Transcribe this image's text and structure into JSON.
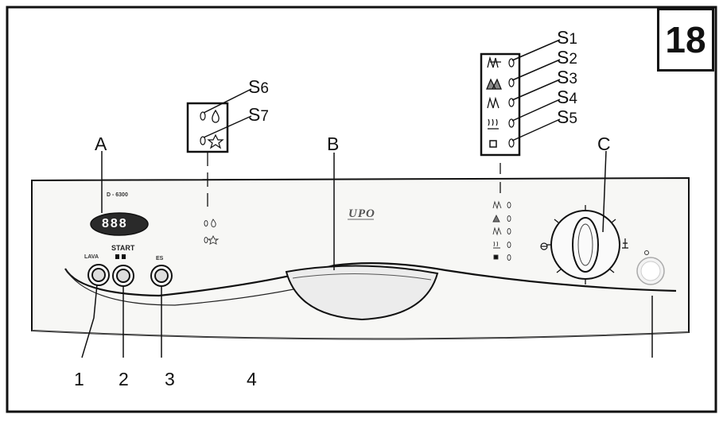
{
  "figure": {
    "number": "18",
    "model_text": "D - 6300",
    "brand_text": "UPO",
    "display_digits": "888",
    "start_label": "START",
    "button_1_label": "LAVA",
    "button_3_label": "ES"
  },
  "callouts": {
    "A": "A",
    "B": "B",
    "C": "C",
    "n1": "1",
    "n2": "2",
    "n3": "3",
    "n4": "4",
    "s1": {
      "letter": "S",
      "num": "1"
    },
    "s2": {
      "letter": "S",
      "num": "2"
    },
    "s3": {
      "letter": "S",
      "num": "3"
    },
    "s4": {
      "letter": "S",
      "num": "4"
    },
    "s5": {
      "letter": "S",
      "num": "5"
    },
    "s6": {
      "letter": "S",
      "num": "6"
    },
    "s7": {
      "letter": "S",
      "num": "7"
    }
  },
  "icons": {
    "salt": "water-drop-icon",
    "rinse_aid": "sun-star-icon",
    "program_lights": [
      "intensive-wash-icon",
      "normal-wash-icon",
      "eco-wash-icon",
      "rapid-wash-icon",
      "soak-icon"
    ]
  }
}
